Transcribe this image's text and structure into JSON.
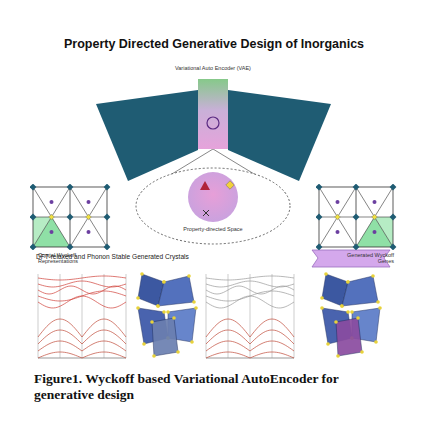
{
  "diagram": {
    "title": "Property Directed Generative Design of Inorganics",
    "caption": "Figure1. Wyckoff based Variational AutoEncoder for generative design",
    "nodes": [
      {
        "text": [
          "Variational Auto Encoder (VAE)"
        ]
      },
      {
        "text": [
          "Crystal Wyckoff Representations"
        ]
      },
      {
        "text": [
          "Property-directed Space"
        ]
      },
      {
        "text": [
          "Generated Wyckoff Genes"
        ]
      }
    ],
    "edges": [
      {
        "from": 0,
        "to": 2,
        "arrow": "none"
      }
    ],
    "labels": [
      "DFT-relaxed and Phonon Stable Generated Crystals"
    ]
  }
}
